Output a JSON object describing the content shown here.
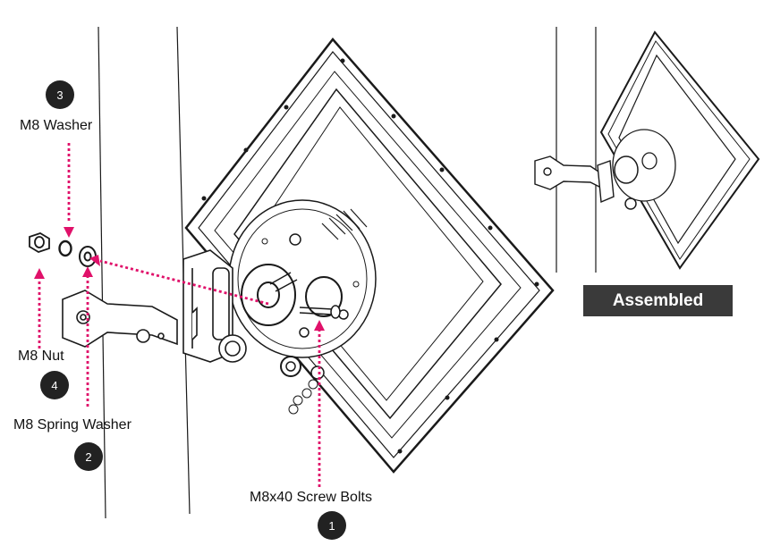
{
  "labels": {
    "washer": "M8 Washer",
    "nut": "M8 Nut",
    "spring_washer": "M8 Spring Washer",
    "screw_bolts": "M8x40 Screw Bolts"
  },
  "badges": {
    "washer": "3",
    "nut": "4",
    "spring_washer": "2",
    "screw_bolts": "1"
  },
  "assembled_label": "Assembled",
  "colors": {
    "arrow": "#e0116a",
    "line": "#1a1a1a",
    "badge_bg": "#222222",
    "assembled_bg": "#3a3a3a"
  },
  "icons": [
    "pole",
    "antenna-panel",
    "mounting-bracket",
    "nut-icon",
    "washer-icon",
    "spring-washer-icon",
    "screw-bolt-icon"
  ]
}
